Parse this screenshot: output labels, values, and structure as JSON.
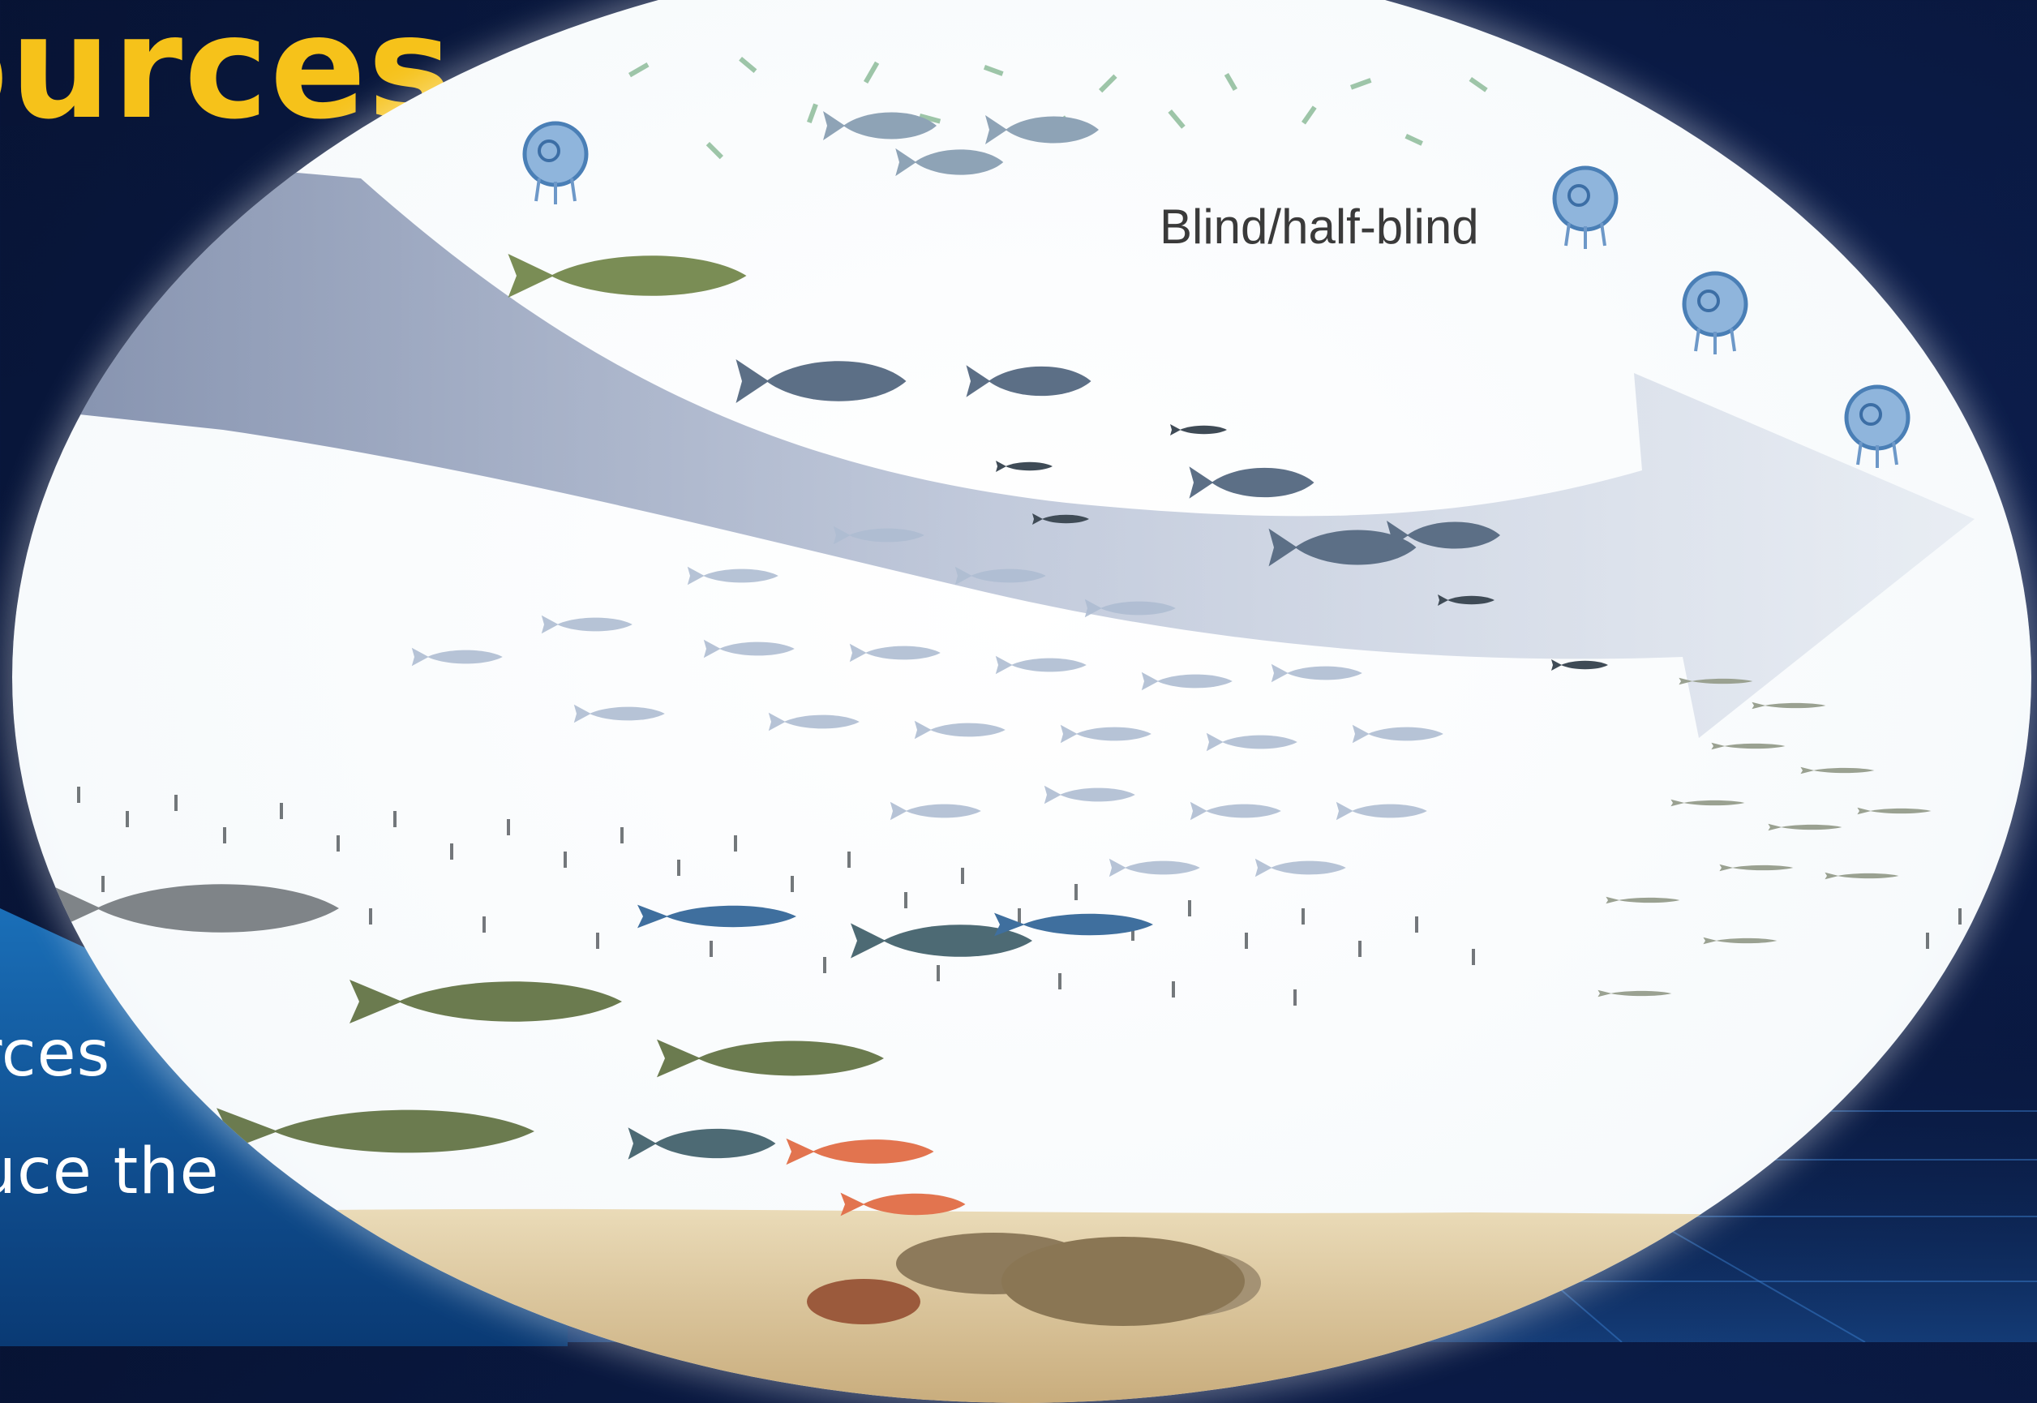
{
  "slide": {
    "title": "ources",
    "bullets": [
      "urces",
      "duce the"
    ]
  },
  "figure": {
    "annotation": "Blind/half-blind"
  },
  "colors": {
    "background": "#0a1a44",
    "title": "#f6c21a",
    "bullet_panel": "#1a6fb8",
    "arrow": "#9aa9c6",
    "seabed": "#d8c39a"
  }
}
